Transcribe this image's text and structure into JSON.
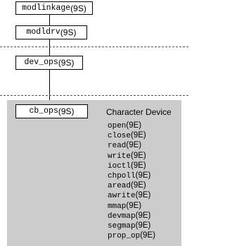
{
  "boxes": {
    "modlinkage": {
      "name": "modlinkage",
      "section": "(9S)"
    },
    "modldrv": {
      "name": "modldrv",
      "section": "(9S)"
    },
    "dev_ops": {
      "name": "dev_ops",
      "section": "(9S)"
    },
    "cb_ops": {
      "name": "cb_ops",
      "section": "(9S)"
    }
  },
  "panel": {
    "title": "Character Device",
    "entries": [
      {
        "name": "open",
        "section": "(9E)"
      },
      {
        "name": "close",
        "section": "(9E)"
      },
      {
        "name": "read",
        "section": "(9E)"
      },
      {
        "name": "write",
        "section": "(9E)"
      },
      {
        "name": "ioctl",
        "section": "(9E)"
      },
      {
        "name": "chpoll",
        "section": "(9E)"
      },
      {
        "name": "aread",
        "section": "(9E)"
      },
      {
        "name": "awrite",
        "section": "(9E)"
      },
      {
        "name": "mmap",
        "section": "(9E)"
      },
      {
        "name": "devmap",
        "section": "(9E)"
      },
      {
        "name": "segmap",
        "section": "(9E)"
      },
      {
        "name": "prop_op",
        "section": "(9E)"
      }
    ]
  },
  "colors": {
    "panel_bg": "#cccccc",
    "divider": "#555555",
    "box_border": "#000000"
  }
}
